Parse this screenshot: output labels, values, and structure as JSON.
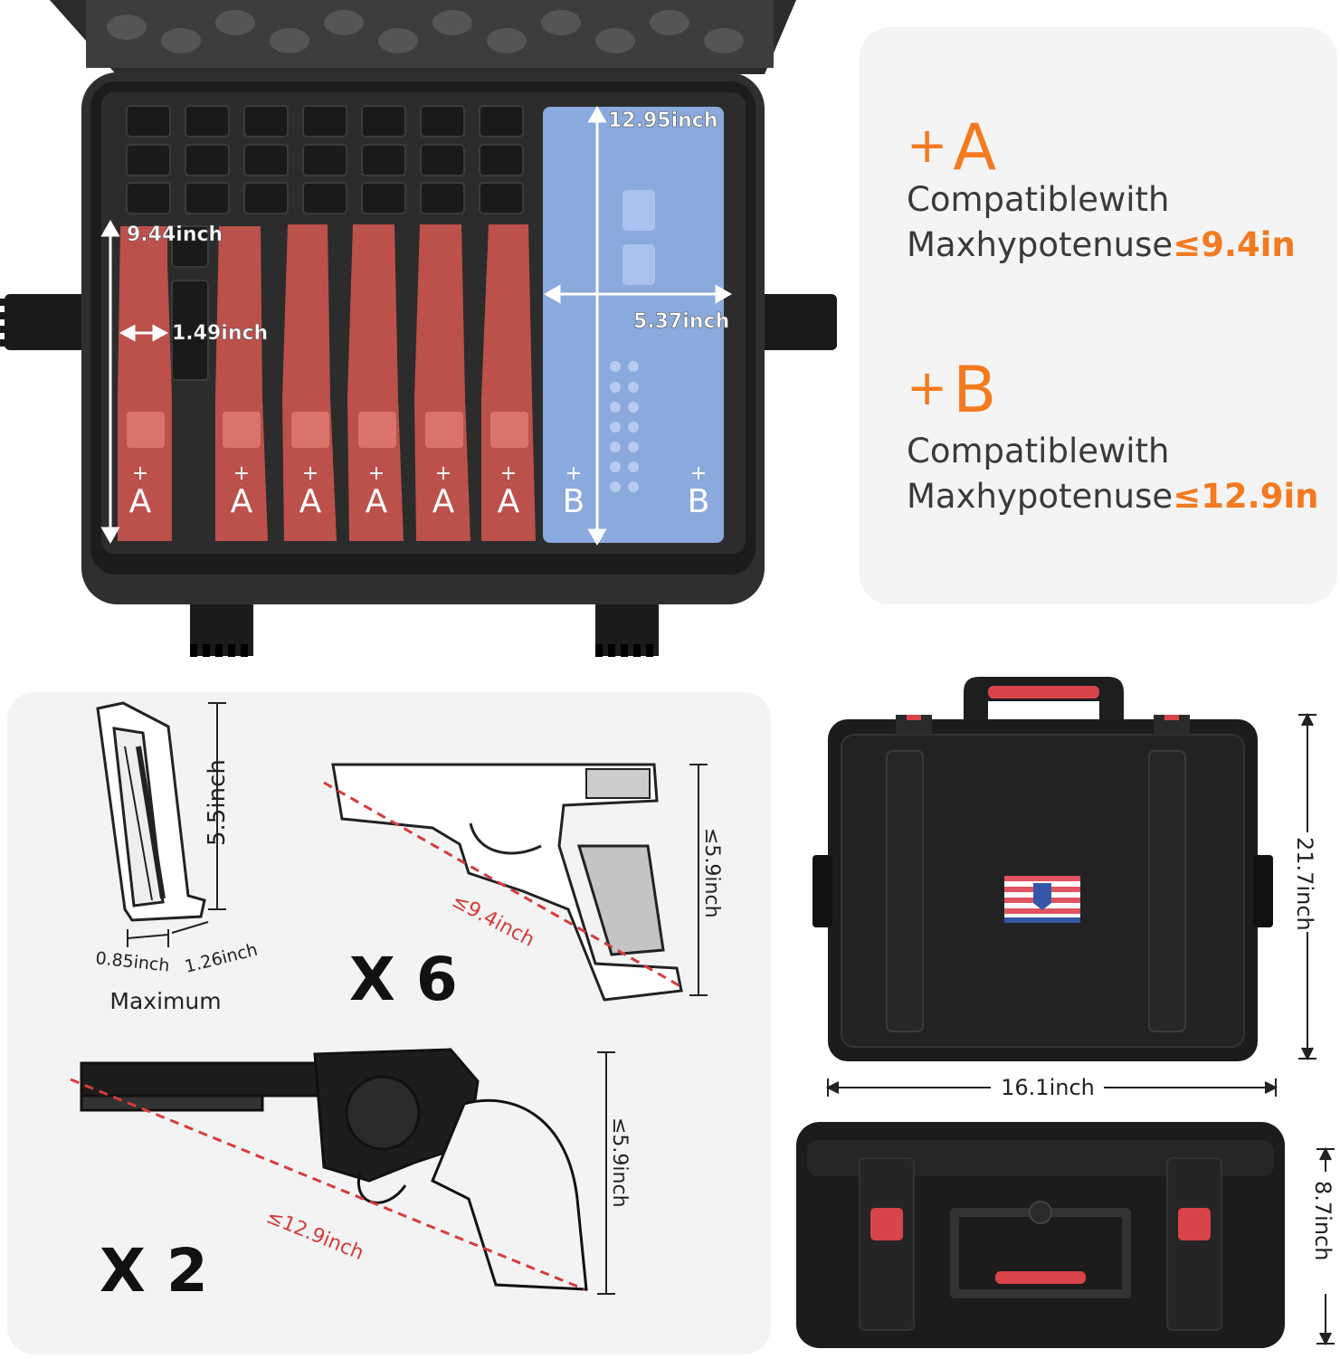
{
  "case_open": {
    "labels": {
      "height_a": "9.44inch",
      "width_a": "1.49inch",
      "height_b": "12.95inch",
      "width_b": "5.37inch"
    },
    "slot_a_marker": "+\nA",
    "slot_a_plus": "+",
    "slot_a_letter": "A",
    "slot_b_plus": "+",
    "slot_b_letter": "B",
    "slot_a_color": "#c9544e",
    "slot_b_color": "#8fb0e6"
  },
  "spec_panel": {
    "a": {
      "plus": "+",
      "letter": "A",
      "line1": "Compatiblewith",
      "line2_prefix": "Maxhypotenuse",
      "line2_value": "≤9.4in"
    },
    "b": {
      "plus": "+",
      "letter": "B",
      "line1": "Compatiblewith",
      "line2_prefix": "Maxhypotenuse",
      "line2_value": "≤12.9in"
    },
    "accent_color": "#f47a20"
  },
  "guns_panel": {
    "magazine": {
      "height": "5.5inch",
      "width1": "0.85inch",
      "width2": "1.26inch",
      "caption": "Maximum"
    },
    "pistol": {
      "count": "X 6",
      "height": "≤5.9inch",
      "hypotenuse": "≤9.4inch"
    },
    "revolver": {
      "count": "X 2",
      "height": "≤5.9inch",
      "hypotenuse": "≤12.9inch"
    }
  },
  "case_closed": {
    "height": "21.7inch",
    "width": "16.1inch",
    "depth": "8.7inch"
  }
}
